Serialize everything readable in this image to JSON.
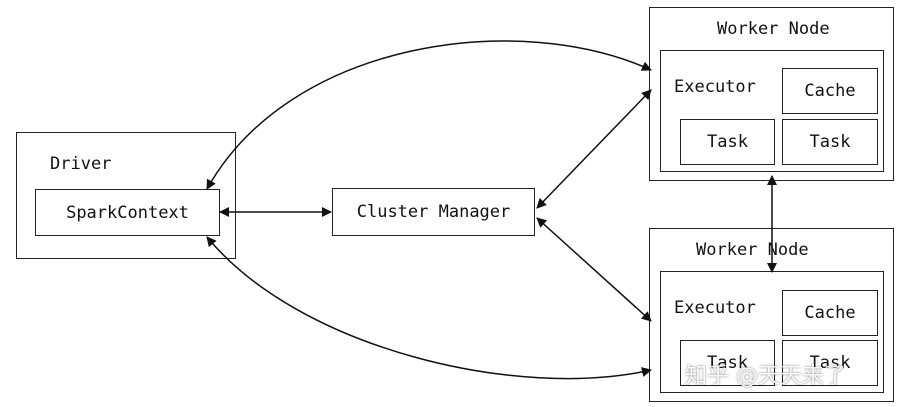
{
  "driver": {
    "title": "Driver",
    "context": "SparkContext"
  },
  "cluster_manager": {
    "label": "Cluster Manager"
  },
  "worker_nodes": [
    {
      "title": "Worker Node",
      "executor": "Executor",
      "cache": "Cache",
      "tasks": [
        "Task",
        "Task"
      ]
    },
    {
      "title": "Worker Node",
      "executor": "Executor",
      "cache": "Cache",
      "tasks": [
        "Task",
        "Task"
      ]
    }
  ],
  "watermark": "知乎 @天天来了"
}
